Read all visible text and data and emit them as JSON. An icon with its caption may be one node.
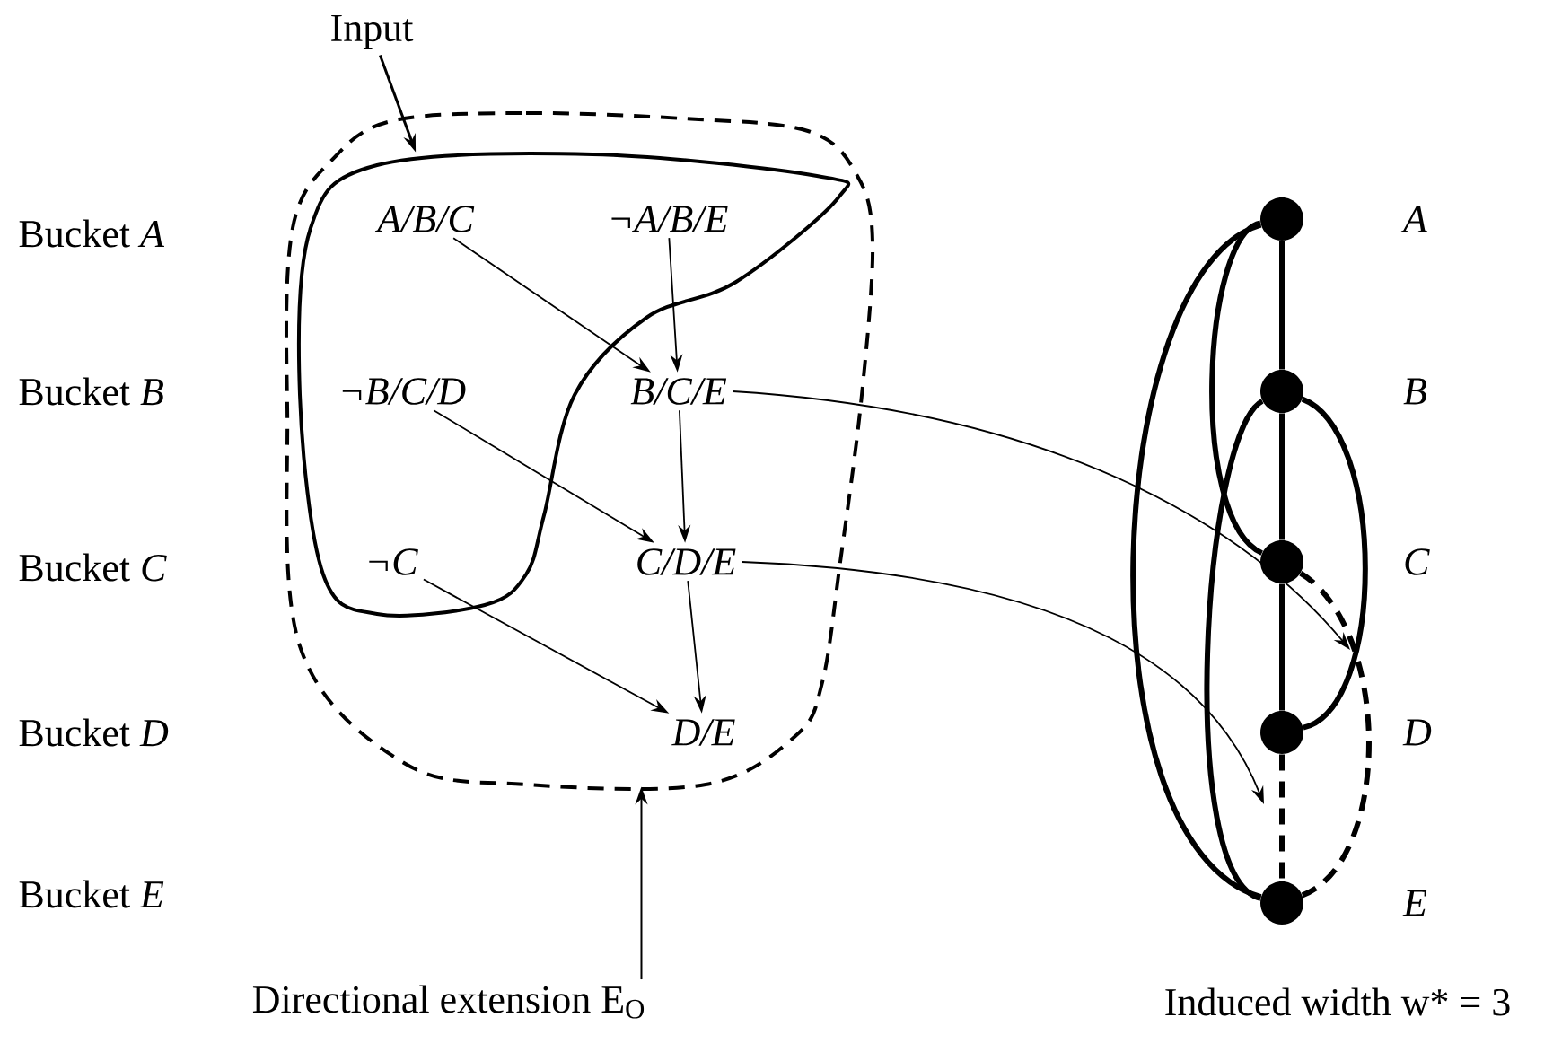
{
  "diagram": {
    "nodes": [
      {
        "text": [
          "Input"
        ]
      },
      {
        "text": [],
        "shape": "blob"
      },
      {
        "text": [],
        "shape": "blob",
        "in": 1
      },
      {
        "text": [
          "A/B/C"
        ],
        "in": 2
      },
      {
        "text": [
          "¬A/B/E"
        ],
        "in": 2
      },
      {
        "text": [
          "¬B/C/D"
        ],
        "in": 2
      },
      {
        "text": [
          "B/C/E"
        ],
        "in": 1
      },
      {
        "text": [
          "¬C"
        ],
        "in": 2
      },
      {
        "text": [
          "C/D/E"
        ],
        "in": 1
      },
      {
        "text": [
          "D/E"
        ],
        "in": 1
      },
      {
        "text": [],
        "shape": "circle",
        "beside": [
          "A"
        ]
      },
      {
        "text": [],
        "shape": "circle",
        "beside": [
          "B"
        ]
      },
      {
        "text": [],
        "shape": "circle",
        "beside": [
          "C"
        ]
      },
      {
        "text": [],
        "shape": "circle",
        "beside": [
          "D"
        ]
      },
      {
        "text": [],
        "shape": "circle",
        "beside": [
          "E"
        ]
      },
      {
        "text": [
          "Directional extension E$_{O}$"
        ]
      }
    ],
    "edges": [
      {
        "from": 0,
        "to": 2,
        "arrow": "to"
      },
      {
        "from": 3,
        "to": 6,
        "arrow": "to"
      },
      {
        "from": 4,
        "to": 6,
        "arrow": "to"
      },
      {
        "from": 5,
        "to": 8,
        "arrow": "to"
      },
      {
        "from": 6,
        "to": 8,
        "arrow": "to"
      },
      {
        "from": 7,
        "to": 9,
        "arrow": "to"
      },
      {
        "from": 8,
        "to": 9,
        "arrow": "to"
      },
      {
        "from": 6,
        "to": null,
        "arrow": "to"
      },
      {
        "from": 8,
        "to": null,
        "arrow": "to"
      },
      {
        "from": 15,
        "to": 1,
        "arrow": "to"
      },
      {
        "from": 10,
        "to": 11,
        "arrow": "none",
        "style": "thick"
      },
      {
        "from": 10,
        "to": 12,
        "arrow": "none",
        "style": "thick"
      },
      {
        "from": 10,
        "to": 14,
        "arrow": "none",
        "style": "thick"
      },
      {
        "from": 11,
        "to": 12,
        "arrow": "none",
        "style": "thick"
      },
      {
        "from": 11,
        "to": 13,
        "arrow": "none",
        "style": "thick"
      },
      {
        "from": 11,
        "to": 14,
        "arrow": "none",
        "style": "thick"
      },
      {
        "from": 12,
        "to": 13,
        "arrow": "none",
        "style": "thick"
      },
      {
        "from": 12,
        "to": 14,
        "arrow": "none",
        "style": "dashed"
      },
      {
        "from": 13,
        "to": 14,
        "arrow": "none",
        "style": "dashed"
      }
    ],
    "labels": [
      "Bucket *A*",
      "Bucket *B*",
      "Bucket *C*",
      "Bucket *D*",
      "Bucket *E*",
      "Induced width w* = 3"
    ]
  }
}
